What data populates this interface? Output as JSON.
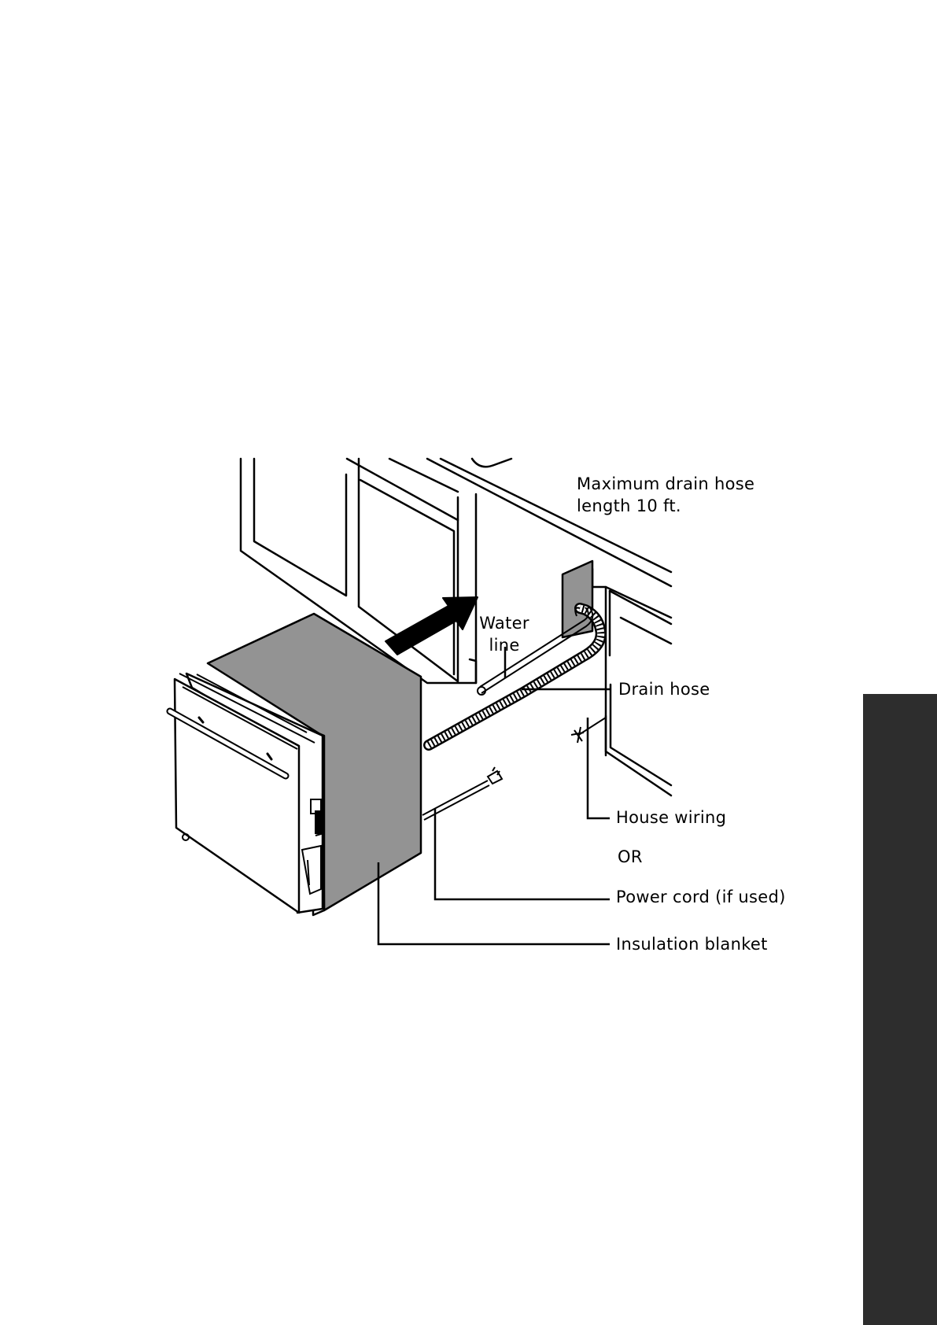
{
  "colors": {
    "side_tab": "#2d2d2d",
    "insulation_blanket": "#939393",
    "arrow": "#000000",
    "line_art": "#000000"
  },
  "labels": {
    "max_drain_line1": "Maximum drain hose",
    "max_drain_line2": "length 10 ft.",
    "water_line1": "Water",
    "water_line2": "line",
    "drain_hose": "Drain hose",
    "house_wiring": "House wiring",
    "or": "OR",
    "power_cord": "Power cord (if used)",
    "insulation_blanket": "Insulation blanket"
  }
}
